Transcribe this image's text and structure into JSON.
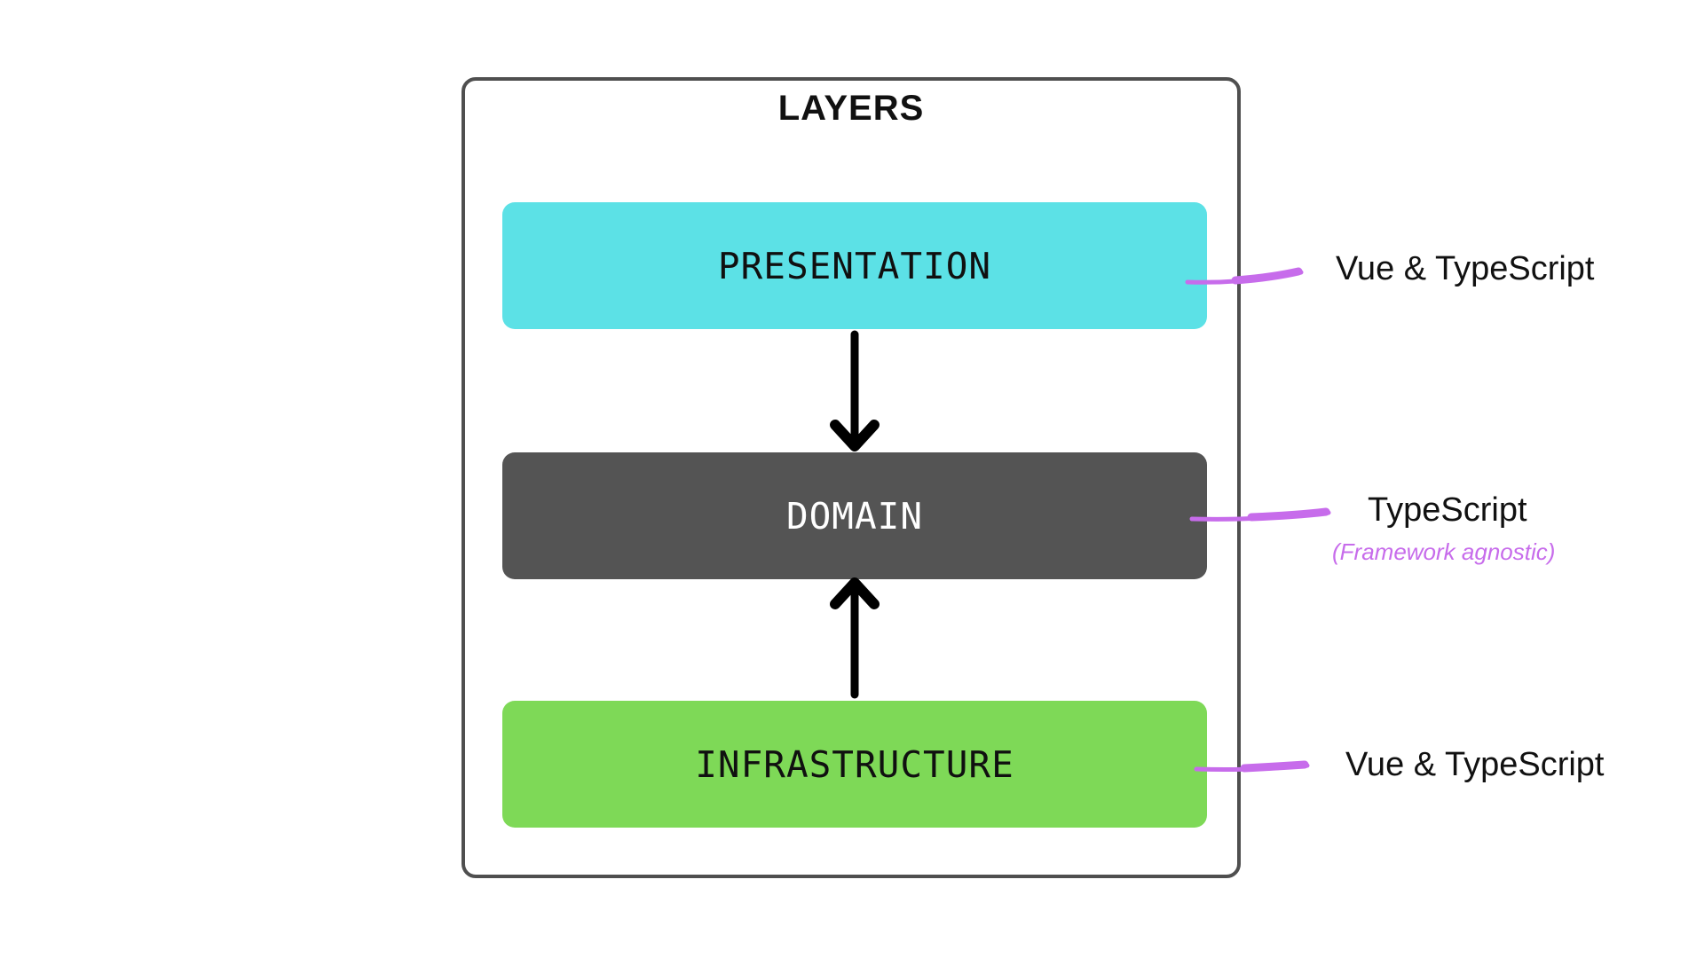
{
  "diagram": {
    "title": "LAYERS",
    "layers": [
      {
        "id": "presentation",
        "label": "PRESENTATION",
        "fill": "#5ce1e6",
        "text_color": "#101010",
        "annotation": "Vue & TypeScript"
      },
      {
        "id": "domain",
        "label": "DOMAIN",
        "fill": "#545454",
        "text_color": "#ffffff",
        "annotation": "TypeScript",
        "annotation_note": "(Framework agnostic)"
      },
      {
        "id": "infrastructure",
        "label": "INFRASTRUCTURE",
        "fill": "#7ed957",
        "text_color": "#101010",
        "annotation": "Vue & TypeScript"
      }
    ],
    "relationships": [
      {
        "from": "PRESENTATION",
        "to": "DOMAIN",
        "direction": "down"
      },
      {
        "from": "INFRASTRUCTURE",
        "to": "DOMAIN",
        "direction": "up"
      }
    ],
    "colors": {
      "annotation_purple": "#c76ceb",
      "arrow": "#000000",
      "frame_border": "#4f4f4f",
      "background": "#ffffff"
    }
  }
}
